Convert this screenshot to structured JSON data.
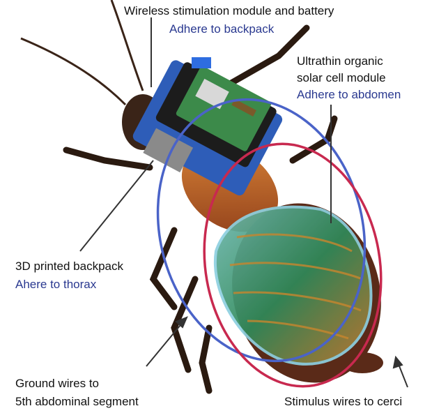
{
  "labels": {
    "module_line": "Wireless stimulation module and battery",
    "module_note": "Adhere to backpack",
    "solar_line1": "Ultrathin organic",
    "solar_line2": "solar cell module",
    "solar_note": "Adhere to abdomen",
    "backpack_line": "3D printed backpack",
    "backpack_note": "Ahere to thorax",
    "ground_line1": "Ground wires to",
    "ground_line2": "5th abdominal segment",
    "stimulus_line": "Stimulus wires to cerci"
  },
  "colors": {
    "text": "#111111",
    "note": "#2a3990",
    "ground_loop": "#4a63c8",
    "stimulus_loop": "#c8294f",
    "cockroach_body": "#3a2418",
    "backpack": "#2e5db8",
    "circuit_board": "#3c8a4a",
    "solar_cell": "#2f8a5a"
  },
  "icons": [
    "arrow-icon"
  ]
}
